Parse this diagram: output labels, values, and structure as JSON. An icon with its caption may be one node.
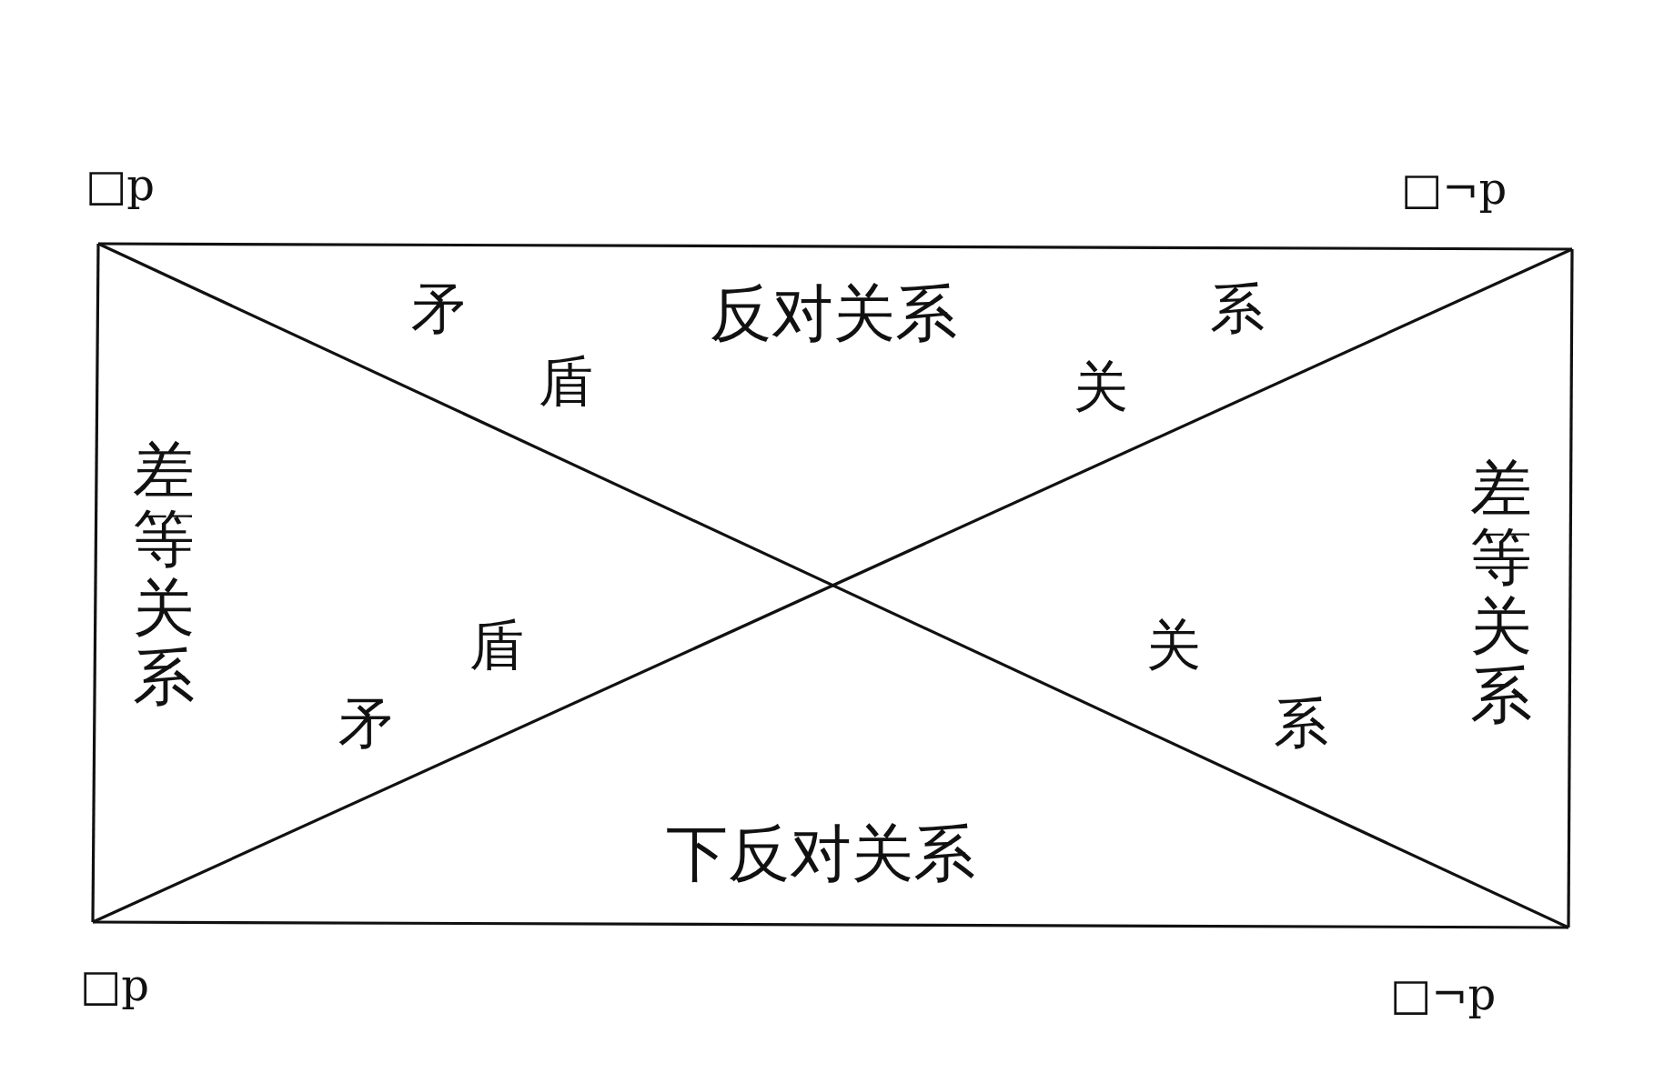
{
  "diagram": {
    "nodes": [
      {
        "text": [
          "□p"
        ]
      },
      {
        "text": [
          "□¬p"
        ]
      },
      {
        "text": [
          "□p"
        ]
      },
      {
        "text": [
          "□¬p"
        ]
      }
    ],
    "edges": [
      {
        "from": 0,
        "to": 1,
        "arrow": "none",
        "label": "反对关系"
      },
      {
        "from": 0,
        "to": 2,
        "arrow": "none",
        "label": "差等关系"
      },
      {
        "from": 1,
        "to": 3,
        "arrow": "none",
        "label": "差等关系"
      },
      {
        "from": 2,
        "to": 3,
        "arrow": "none",
        "label": "下反对关系"
      },
      {
        "from": 0,
        "to": 3,
        "arrow": "none"
      },
      {
        "from": 1,
        "to": 2,
        "arrow": "none"
      }
    ],
    "labels": [
      "矛盾",
      "关系",
      "矛盾",
      "关系"
    ]
  }
}
